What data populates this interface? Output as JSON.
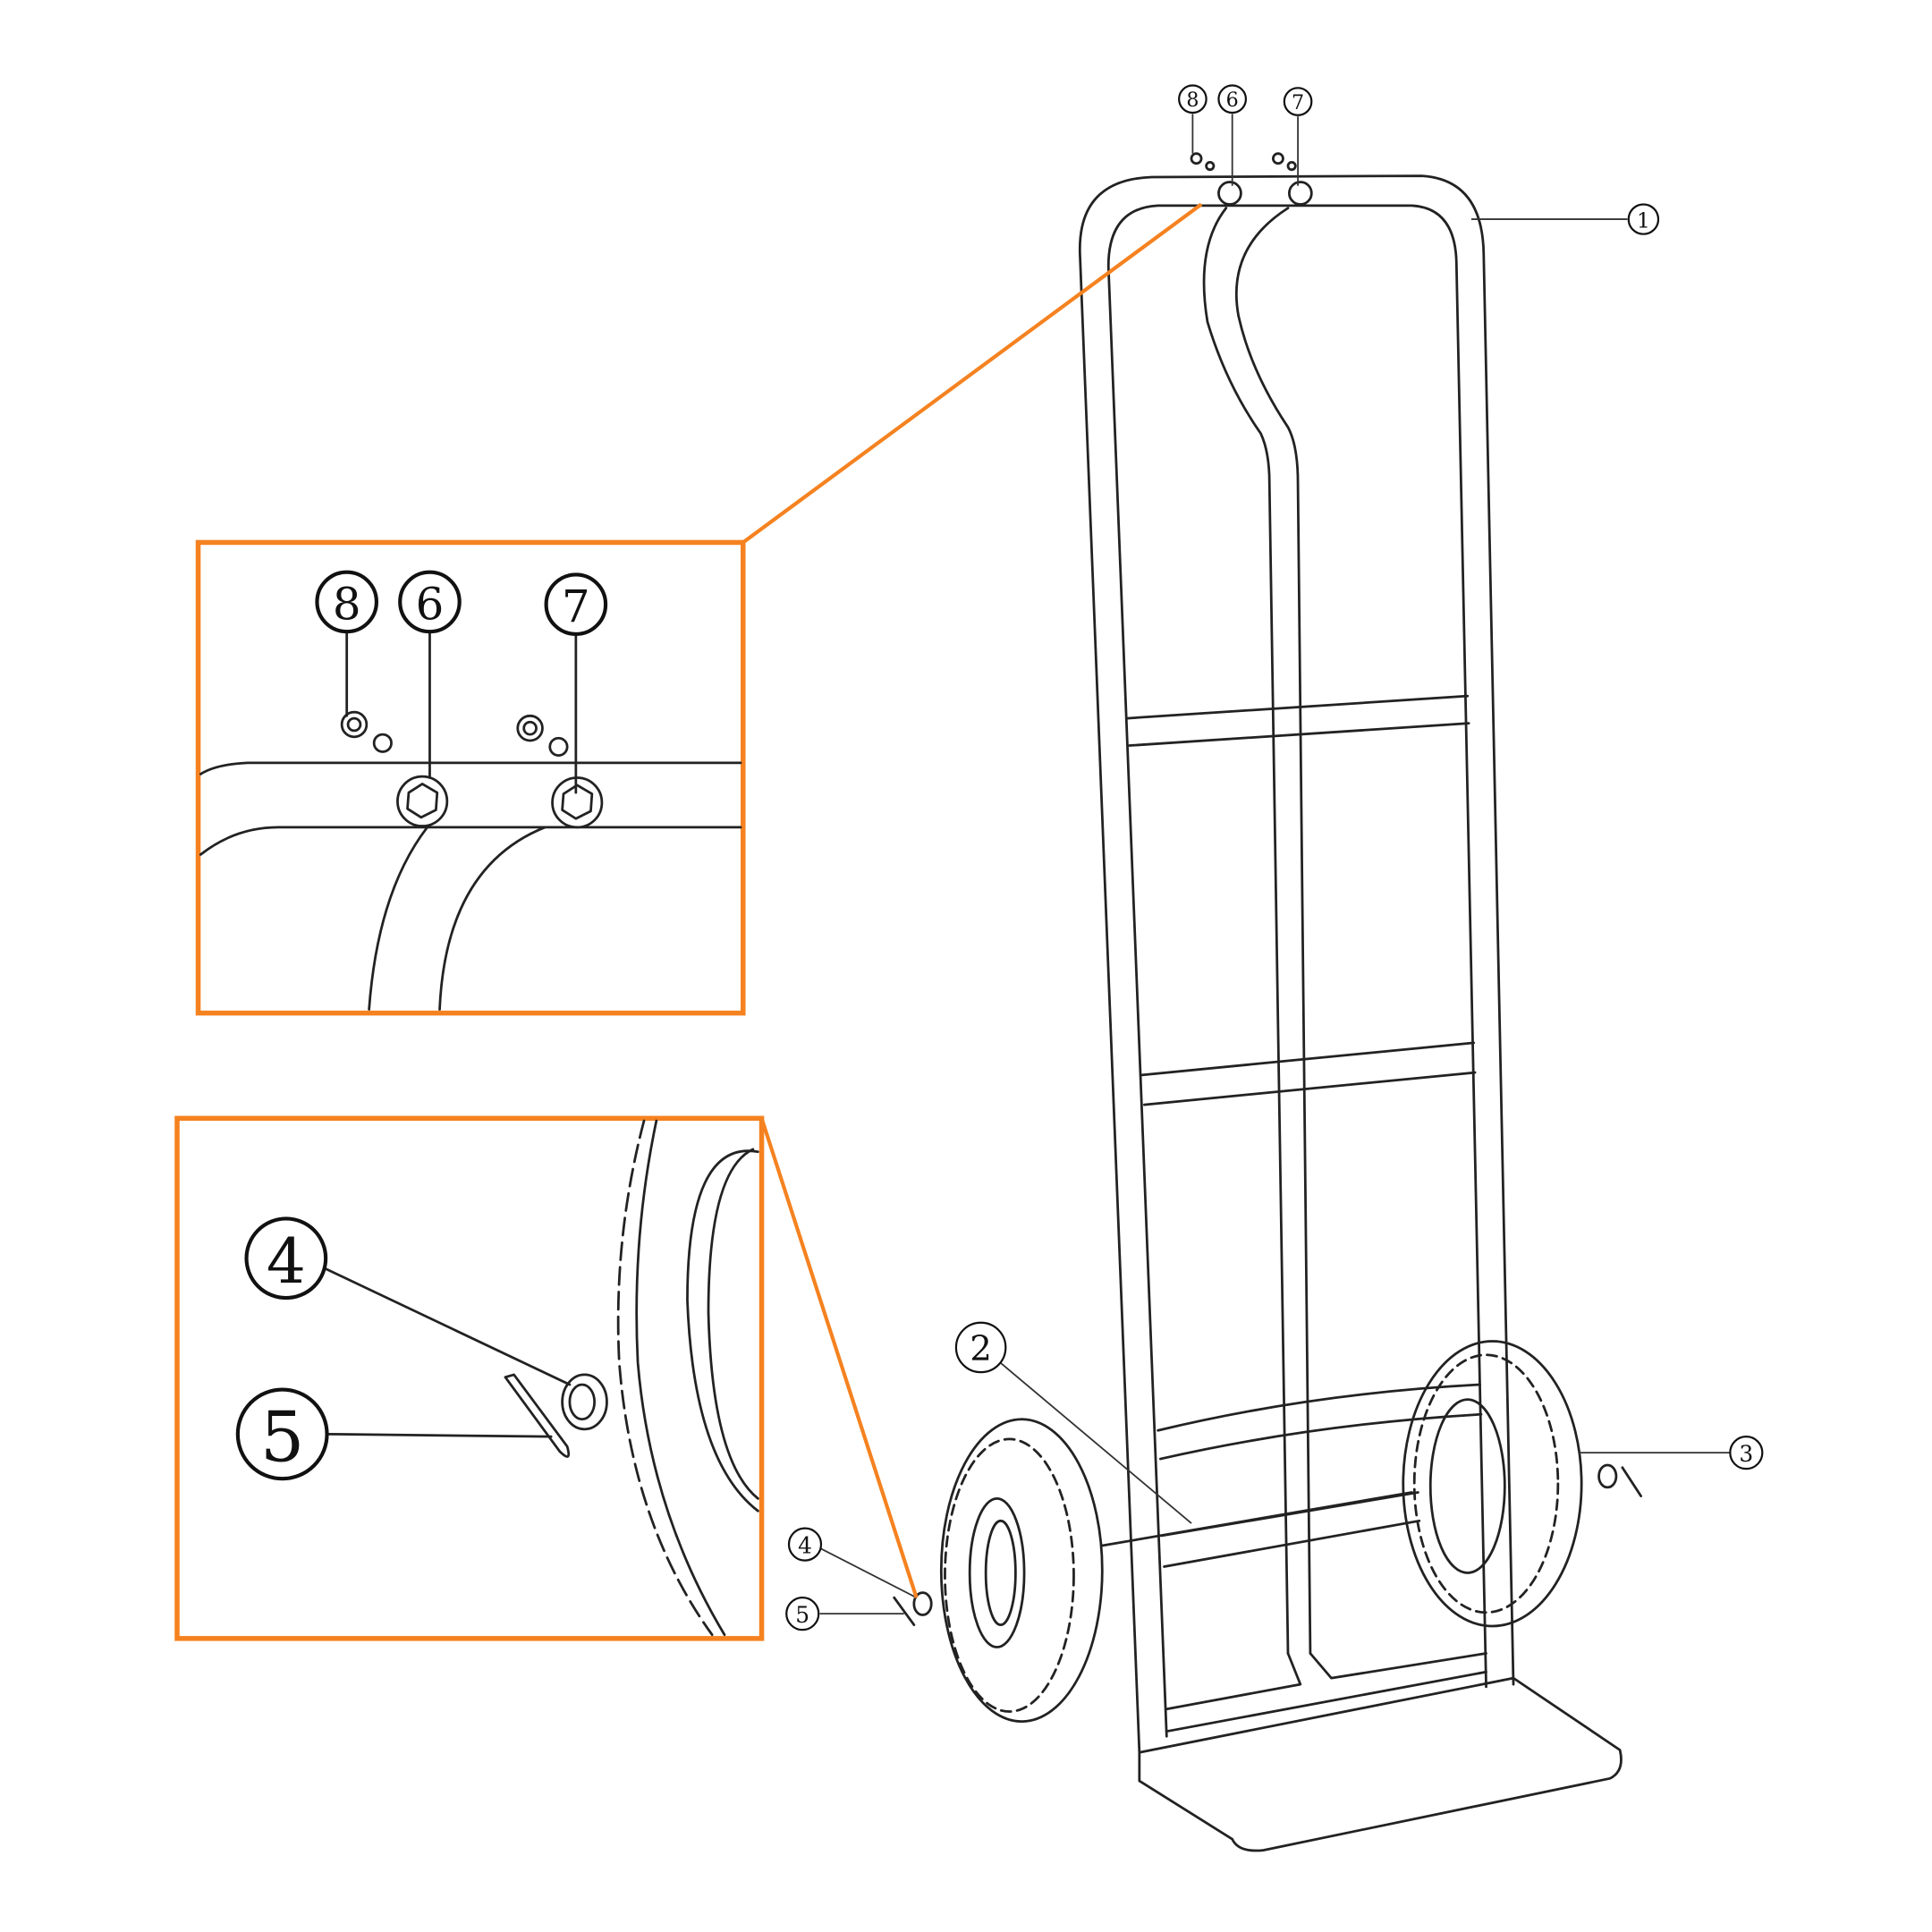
{
  "diagram": {
    "accent_color": "#f58220",
    "callouts": {
      "part1": "1",
      "part2": "2",
      "part3": "3",
      "part4": "4",
      "part5": "5",
      "part6": "6",
      "part7": "7",
      "part8": "8"
    },
    "inset_top": {
      "labels": [
        "8",
        "6",
        "7"
      ]
    },
    "inset_bottom": {
      "labels": [
        "4",
        "5"
      ]
    }
  }
}
